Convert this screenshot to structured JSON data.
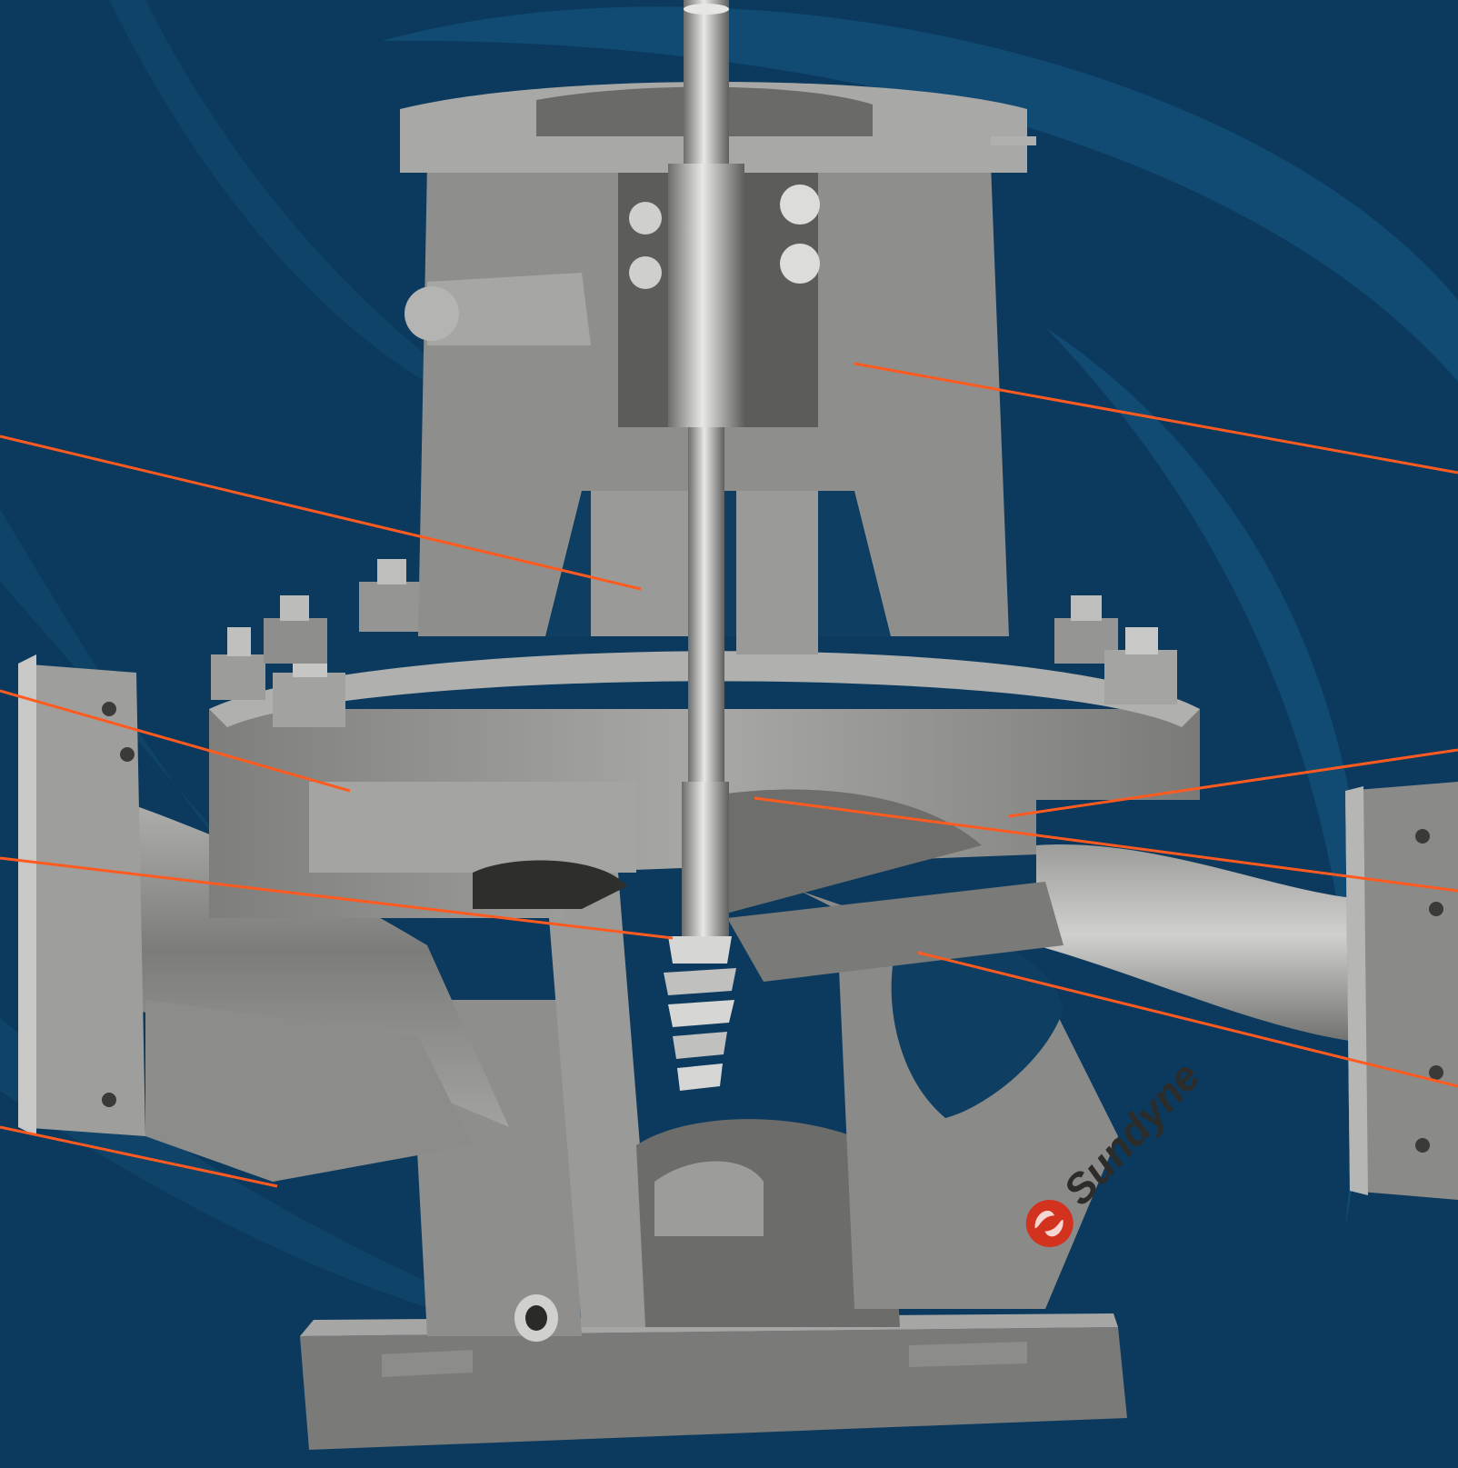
{
  "brand": {
    "name": "Sundyne",
    "logo_color": "#d2321e"
  },
  "colors": {
    "background": "#0b3a5e",
    "swirl": "#114a72",
    "callout_line": "#ff5a1f",
    "metal_light": "#b8b8b6",
    "metal_mid": "#8f8f8d",
    "metal_dark": "#5a5a58"
  },
  "callouts": [
    {
      "id": "bearing-housing"
    },
    {
      "id": "seal-chamber"
    },
    {
      "id": "diffuser-cover"
    },
    {
      "id": "gearbox-cover"
    },
    {
      "id": "inducer-nut"
    },
    {
      "id": "impeller"
    },
    {
      "id": "suction-inlet"
    },
    {
      "id": "casing"
    }
  ]
}
